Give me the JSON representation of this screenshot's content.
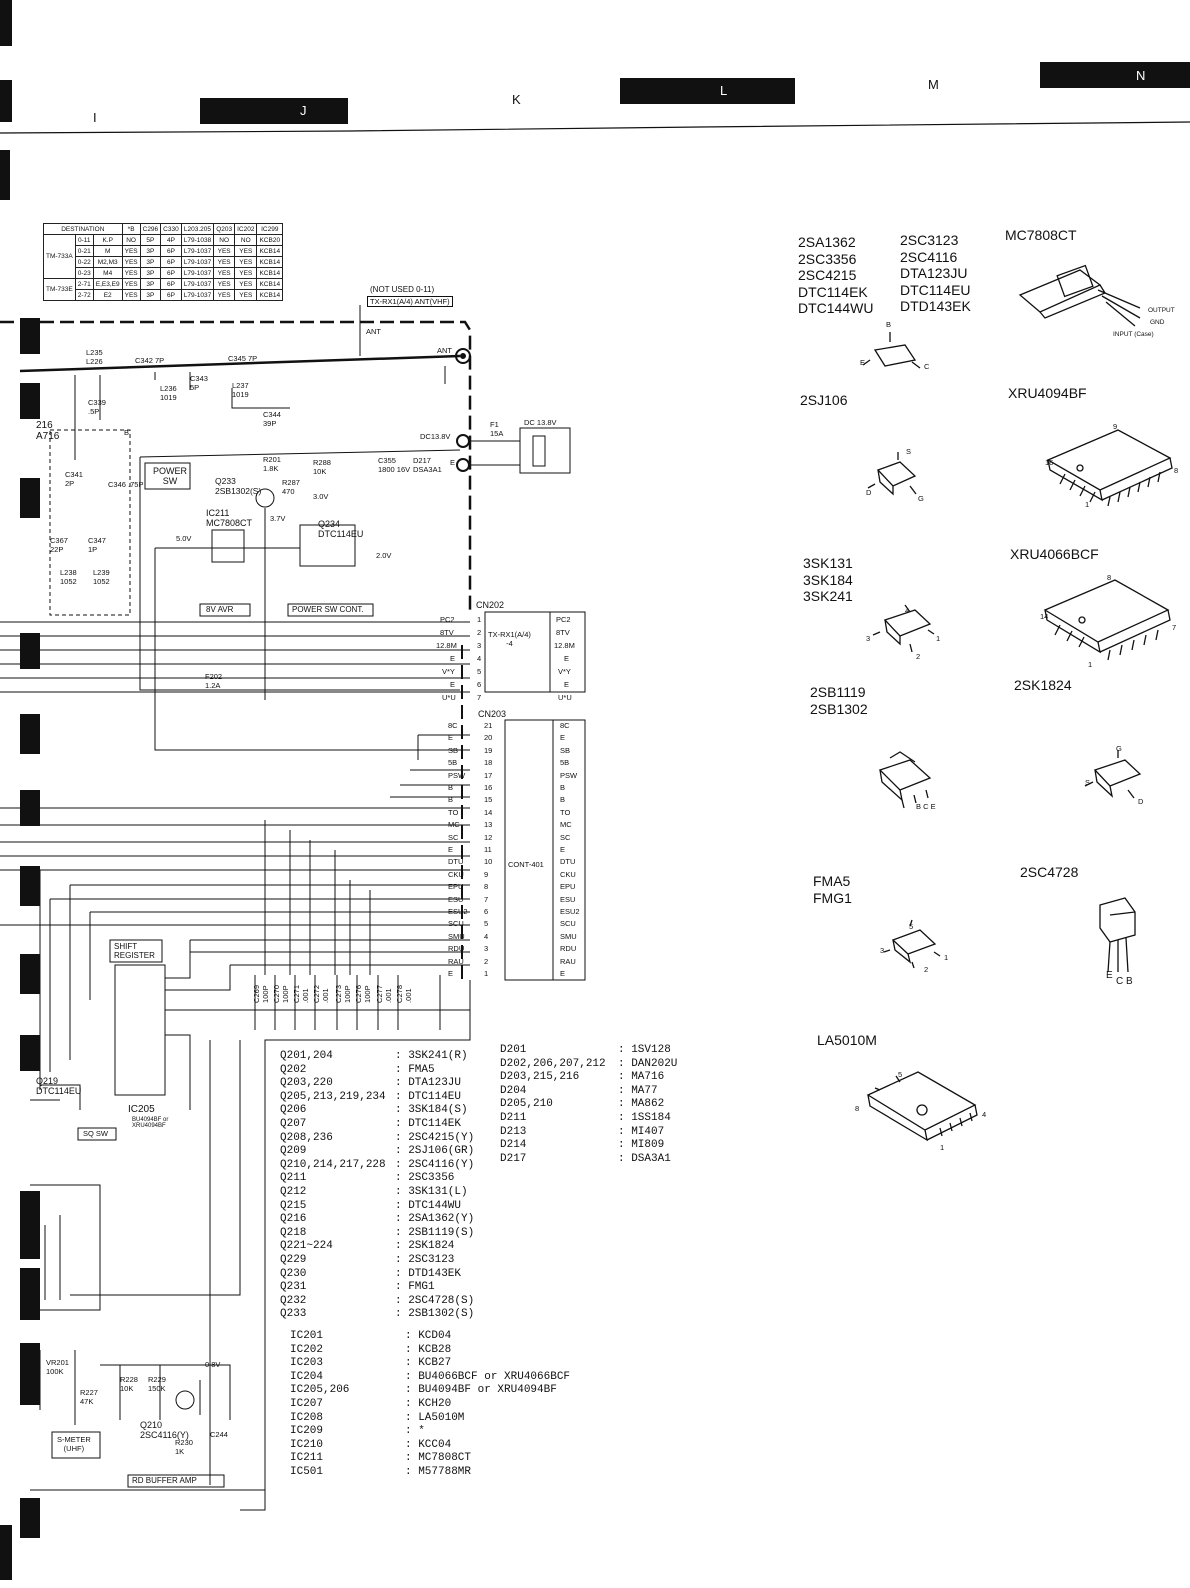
{
  "header": {
    "columns": [
      "I",
      "J",
      "K",
      "L",
      "M",
      "N"
    ]
  },
  "destination_table": {
    "headers": [
      "DESTINATION",
      "",
      "*B",
      "C296",
      "C330",
      "L203.205",
      "Q203",
      "IC202",
      "IC299"
    ],
    "rows": [
      [
        "",
        "0-11",
        "K.P",
        "NO",
        "5P",
        "4P",
        "L79-1038",
        "NO",
        "NO",
        "KCB20"
      ],
      [
        "TM-733A",
        "0-21",
        "M",
        "YES",
        "3P",
        "6P",
        "L79-1037",
        "YES",
        "YES",
        "KCB14"
      ],
      [
        "",
        "0-22",
        "M2,M3",
        "YES",
        "3P",
        "6P",
        "L79-1037",
        "YES",
        "YES",
        "KCB14"
      ],
      [
        "",
        "0-23",
        "M4",
        "YES",
        "3P",
        "6P",
        "L79-1037",
        "YES",
        "YES",
        "KCB14"
      ],
      [
        "TM-733E",
        "2-71",
        "E,E3,E9",
        "YES",
        "3P",
        "6P",
        "L79-1037",
        "YES",
        "YES",
        "KCB14"
      ],
      [
        "",
        "2-72",
        "E2",
        "YES",
        "3P",
        "6P",
        "L79-1037",
        "YES",
        "YES",
        "KCB14"
      ]
    ]
  },
  "schematic_labels": {
    "not_used": "(NOT USED 0-11)",
    "tx_rx": "TX-RX1(A/4) ANT(VHF)",
    "ant": "ANT",
    "ant2": "ANT",
    "c342": "C342 7P",
    "c345": "C345 7P",
    "l235": "L235\nL226",
    "c343": "C343\n5P",
    "l237": "L237\n1019",
    "l236": "L236\n1019",
    "c344": "C344\n39P",
    "c339": "C339\n.5P",
    "d216": "216\nA716",
    "c346": "C346 .75P",
    "b": "B",
    "c341": "C341\n2P",
    "c367": "C367\n22P",
    "c347": "C347\n1P",
    "l238": "L238\n1052",
    "l239": "L239\n1052",
    "power_sw": "POWER\nSW",
    "q233": "Q233\n2SB1302(S)",
    "r201": "R201\n1.8K",
    "r287": "R287\n470",
    "r288": "R288\n10K",
    "v30": "3.0V",
    "v37": "3.7V",
    "ic211": "IC211\nMC7808CT",
    "q234": "Q234\nDTC114EU",
    "v50": "5.0V",
    "v20": "2.0V",
    "bv_avr": "8V AVR",
    "power_sw_cont": "POWER SW CONT.",
    "dc138": "DC13.8V",
    "dc138b": "DC 13.8V",
    "f1": "F1\n15A",
    "d217": "D217\nDSA3A1",
    "c355": "C355\n1800 16V",
    "e": "E",
    "cn202": "CN202",
    "cn203": "CN203",
    "f202": "F202\n1.2A",
    "txrx_4": "TX-RX1(A/4)\n-4",
    "cont401": "CONT-401",
    "shift_register": "SHIFT\nREGISTER",
    "ic205": "IC205",
    "ic205_parts": "BU4094BF or\nXRU4094BF",
    "q219": "Q219\nDTC114EU",
    "sq_sw": "SQ SW",
    "smeter": "S-METER\n(UHF)",
    "q210": "Q210\n2SC4116(Y)",
    "rd_buffer": "RD BUFFER AMP",
    "r228": "R228\n10K",
    "r229": "R229\n150K",
    "r227": "R227\n47K",
    "vr201": "VR201\n100K",
    "r230": "R230\n1K",
    "c244": "C244",
    "v08": "0.8V"
  },
  "cn202_pins": [
    {
      "label": "PC2",
      "num": "1"
    },
    {
      "label": "8TV",
      "num": "2"
    },
    {
      "label": "12.8M",
      "num": "3"
    },
    {
      "label": "E",
      "num": "4"
    },
    {
      "label": "V*Y",
      "num": "5"
    },
    {
      "label": "E",
      "num": "6"
    },
    {
      "label": "U*U",
      "num": "7"
    }
  ],
  "cn203_pins": [
    {
      "label": "8C",
      "num": "21"
    },
    {
      "label": "E",
      "num": "20"
    },
    {
      "label": "SB",
      "num": "19"
    },
    {
      "label": "5B",
      "num": "18"
    },
    {
      "label": "PSW",
      "num": "17"
    },
    {
      "label": "B",
      "num": "16"
    },
    {
      "label": "B",
      "num": "15"
    },
    {
      "label": "TO",
      "num": "14"
    },
    {
      "label": "MC",
      "num": "13"
    },
    {
      "label": "SC",
      "num": "12"
    },
    {
      "label": "E",
      "num": "11"
    },
    {
      "label": "DTU",
      "num": "10"
    },
    {
      "label": "CKU",
      "num": "9"
    },
    {
      "label": "EPU",
      "num": "8"
    },
    {
      "label": "ESU",
      "num": "7"
    },
    {
      "label": "ESU2",
      "num": "6"
    },
    {
      "label": "SCU",
      "num": "5"
    },
    {
      "label": "SMU",
      "num": "4"
    },
    {
      "label": "RDU",
      "num": "3"
    },
    {
      "label": "RAU",
      "num": "2"
    },
    {
      "label": "E",
      "num": "1"
    }
  ],
  "caps_row": [
    "C269\n100P",
    "C270\n100P",
    "C271\n.001",
    "C272\n.001",
    "C273\n100P",
    "C276\n100P",
    "C277\n.001",
    "C278\n.001"
  ],
  "parts_list": {
    "transistors": [
      {
        "ref": "Q201,204",
        "part": "3SK241(R)"
      },
      {
        "ref": "Q202",
        "part": "FMA5"
      },
      {
        "ref": "Q203,220",
        "part": "DTA123JU"
      },
      {
        "ref": "Q205,213,219,234",
        "part": "DTC114EU"
      },
      {
        "ref": "Q206",
        "part": "3SK184(S)"
      },
      {
        "ref": "Q207",
        "part": "DTC114EK"
      },
      {
        "ref": "Q208,236",
        "part": "2SC4215(Y)"
      },
      {
        "ref": "Q209",
        "part": "2SJ106(GR)"
      },
      {
        "ref": "Q210,214,217,228",
        "part": "2SC4116(Y)"
      },
      {
        "ref": "Q211",
        "part": "2SC3356"
      },
      {
        "ref": "Q212",
        "part": "3SK131(L)"
      },
      {
        "ref": "Q215",
        "part": "DTC144WU"
      },
      {
        "ref": "Q216",
        "part": "2SA1362(Y)"
      },
      {
        "ref": "Q218",
        "part": "2SB1119(S)"
      },
      {
        "ref": "Q221~224",
        "part": "2SK1824"
      },
      {
        "ref": "Q229",
        "part": "2SC3123"
      },
      {
        "ref": "Q230",
        "part": "DTD143EK"
      },
      {
        "ref": "Q231",
        "part": "FMG1"
      },
      {
        "ref": "Q232",
        "part": "2SC4728(S)"
      },
      {
        "ref": "Q233",
        "part": "2SB1302(S)"
      }
    ],
    "diodes": [
      {
        "ref": "D201",
        "part": "1SV128"
      },
      {
        "ref": "D202,206,207,212",
        "part": "DAN202U"
      },
      {
        "ref": "D203,215,216",
        "part": "MA716"
      },
      {
        "ref": "D204",
        "part": "MA77"
      },
      {
        "ref": "D205,210",
        "part": "MA862"
      },
      {
        "ref": "D211",
        "part": "1SS184"
      },
      {
        "ref": "D213",
        "part": "MI407"
      },
      {
        "ref": "D214",
        "part": "MI809"
      },
      {
        "ref": "D217",
        "part": "DSA3A1"
      }
    ],
    "ics": [
      {
        "ref": "IC201",
        "part": "KCD04"
      },
      {
        "ref": "IC202",
        "part": "KCB28"
      },
      {
        "ref": "IC203",
        "part": "KCB27"
      },
      {
        "ref": "IC204",
        "part": "BU4066BCF or XRU4066BCF"
      },
      {
        "ref": "IC205,206",
        "part": "BU4094BF or XRU4094BF"
      },
      {
        "ref": "IC207",
        "part": "KCH20"
      },
      {
        "ref": "IC208",
        "part": "LA5010M"
      },
      {
        "ref": "IC209",
        "part": "*"
      },
      {
        "ref": "IC210",
        "part": "KCC04"
      },
      {
        "ref": "IC211",
        "part": "MC7808CT"
      },
      {
        "ref": "IC501",
        "part": "M57788MR"
      }
    ]
  },
  "packages": {
    "p1": {
      "label": "2SA1362\n2SC3356\n2SC4215\nDTC114EK\nDTC144WU",
      "pins": [
        "B",
        "E",
        "C"
      ]
    },
    "p2": {
      "label": "2SC3123\n2SC4116\nDTA123JU\nDTC114EU\nDTD143EK"
    },
    "p3": {
      "label": "MC7808CT",
      "pins": [
        "OUTPUT",
        "GND",
        "INPUT (Case)"
      ]
    },
    "p4": {
      "label": "2SJ106",
      "pins": [
        "S",
        "D",
        "G"
      ]
    },
    "p5": {
      "label": "XRU4094BF",
      "pins": [
        "9",
        "16",
        "8",
        "1"
      ]
    },
    "p6": {
      "label": "3SK131\n3SK184\n3SK241",
      "pins": [
        "4",
        "3",
        "1",
        "2"
      ]
    },
    "p7": {
      "label": "XRU4066BCF",
      "pins": [
        "8",
        "14",
        "7",
        "1"
      ]
    },
    "p8": {
      "label": "2SB1119\n2SB1302",
      "pins": [
        "B C E"
      ]
    },
    "p9": {
      "label": "2SK1824",
      "pins": [
        "G",
        "S",
        "D"
      ]
    },
    "p10": {
      "label": "FMA5\nFMG1",
      "pins": [
        "5",
        "3",
        "1",
        "2"
      ]
    },
    "p11": {
      "label": "2SC4728",
      "pins": [
        "E",
        "C",
        "B"
      ]
    },
    "p12": {
      "label": "LA5010M",
      "pins": [
        "5",
        "8",
        "4",
        "1"
      ]
    }
  }
}
